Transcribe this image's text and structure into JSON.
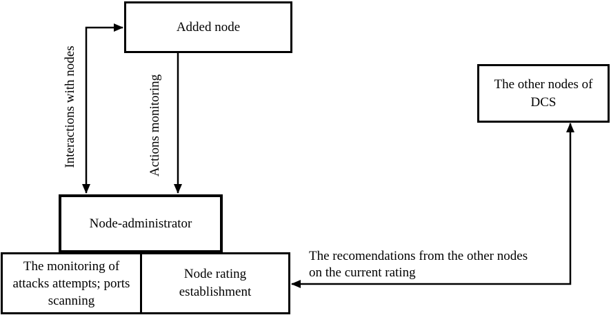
{
  "diagram": {
    "background_color": "#ffffff",
    "line_color": "#000000",
    "nodes": {
      "added_node": {
        "label": "Added node"
      },
      "other_nodes_dcs": {
        "lines": [
          "The other nodes of",
          "DCS"
        ]
      },
      "node_administrator": {
        "label": "Node-administrator"
      },
      "monitoring": {
        "lines": [
          "The monitoring of",
          "attacks attempts; ports",
          "scanning"
        ]
      },
      "node_rating": {
        "lines": [
          "Node rating",
          "establishment"
        ]
      }
    },
    "edge_labels": {
      "interactions": "Interactions with nodes",
      "actions": "Actions monitoring",
      "recommendations": {
        "lines": [
          "The recomendations from the other nodes",
          "on the current rating"
        ]
      }
    }
  }
}
